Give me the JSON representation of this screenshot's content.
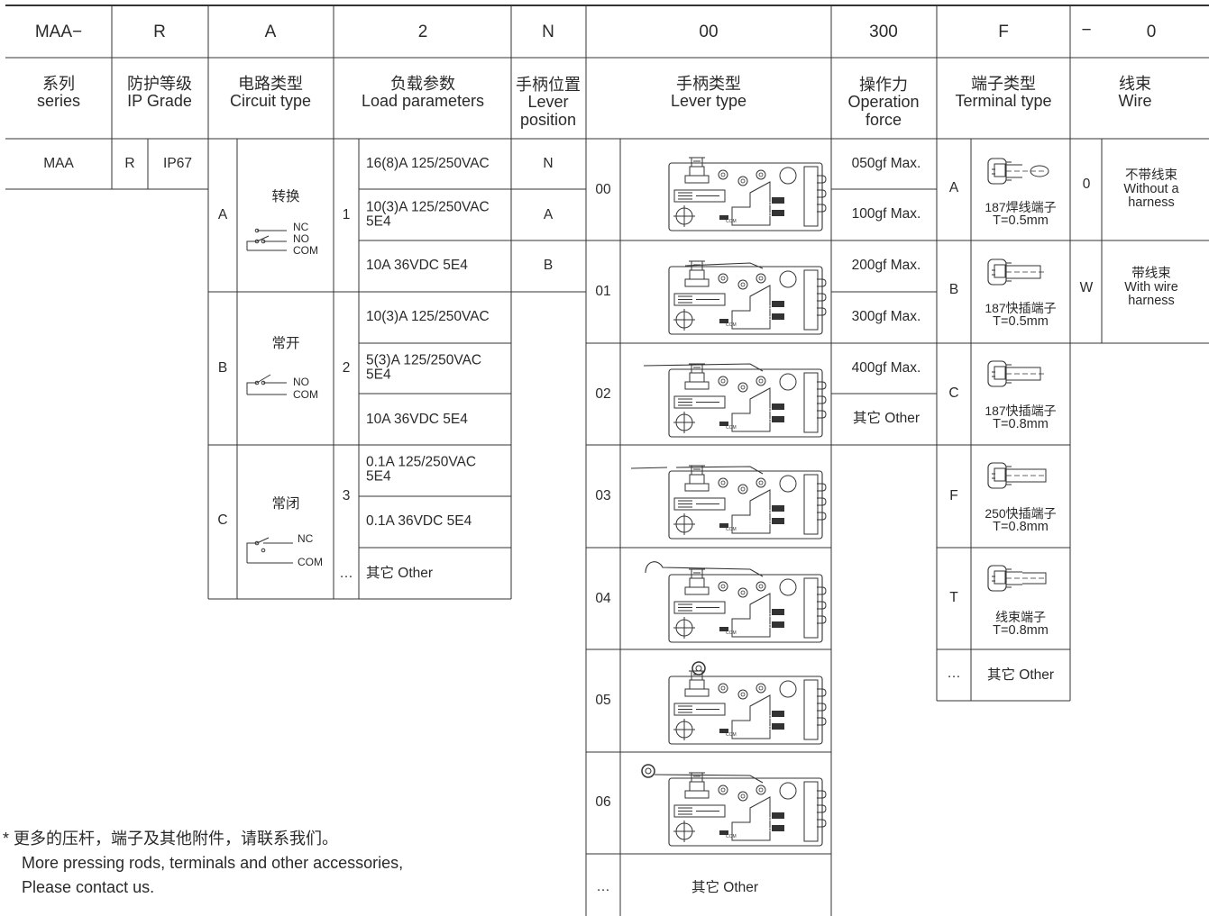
{
  "code_row": [
    "MAA−",
    "R",
    "A",
    "2",
    "N",
    "00",
    "300",
    "F",
    "−",
    "0"
  ],
  "headers": {
    "series": [
      "系列",
      "series"
    ],
    "ip": [
      "防护等级",
      "IP Grade"
    ],
    "circuit": [
      "电路类型",
      "Circuit type"
    ],
    "load": [
      "负载参数",
      "Load parameters"
    ],
    "lever_pos": [
      "手柄位置",
      "Lever",
      "position"
    ],
    "lever_type": [
      "手柄类型",
      "Lever type"
    ],
    "force": [
      "操作力",
      "Operation",
      "force"
    ],
    "terminal": [
      "端子类型",
      "Terminal type"
    ],
    "wire": [
      "线束",
      "Wire"
    ]
  },
  "series": {
    "value": "MAA"
  },
  "ip": {
    "code": "R",
    "value": "IP67"
  },
  "circuit": [
    {
      "code": "A",
      "name": "转换",
      "labels": [
        "NC",
        "NO",
        "COM"
      ]
    },
    {
      "code": "B",
      "name": "常开",
      "labels": [
        "NO",
        "COM"
      ]
    },
    {
      "code": "C",
      "name": "常闭",
      "labels": [
        "NC",
        "COM"
      ]
    }
  ],
  "load_groups": [
    "1",
    "2",
    "3",
    "…"
  ],
  "load": [
    [
      "16(8)A 125/250VAC"
    ],
    [
      "10(3)A 125/250VAC",
      "5E4"
    ],
    [
      "10A 36VDC 5E4"
    ],
    [
      "10(3)A 125/250VAC"
    ],
    [
      "5(3)A 125/250VAC",
      "5E4"
    ],
    [
      "10A 36VDC 5E4"
    ],
    [
      "0.1A 125/250VAC",
      "5E4"
    ],
    [
      "0.1A 36VDC 5E4"
    ],
    [
      "其它 Other"
    ]
  ],
  "lever_pos": [
    "N",
    "A",
    "B"
  ],
  "lever_types": [
    "00",
    "01",
    "02",
    "03",
    "04",
    "05",
    "06",
    "…"
  ],
  "lever_other": "其它 Other",
  "forces": [
    "050gf Max.",
    "100gf Max.",
    "200gf Max.",
    "300gf Max.",
    "400gf Max.",
    "其它 Other"
  ],
  "terminals": [
    {
      "code": "A",
      "name": "187焊线端子",
      "spec": "T=0.5mm"
    },
    {
      "code": "B",
      "name": "187快插端子",
      "spec": "T=0.5mm"
    },
    {
      "code": "C",
      "name": "187快插端子",
      "spec": "T=0.8mm"
    },
    {
      "code": "F",
      "name": "250快插端子",
      "spec": "T=0.8mm"
    },
    {
      "code": "T",
      "name": "线束端子",
      "spec": "T=0.8mm"
    },
    {
      "code": "…",
      "name": "其它 Other"
    }
  ],
  "wire": [
    {
      "code": "0",
      "lines": [
        "不带线束",
        "Without a",
        "harness"
      ]
    },
    {
      "code": "W",
      "lines": [
        "带线束",
        "With wire",
        "harness"
      ]
    }
  ],
  "switch_marks": [
    "COM",
    "NO",
    "NC"
  ],
  "footnote": [
    "* 更多的压杆，端子及其他附件，请联系我们。",
    "More pressing rods, terminals and other accessories,",
    "Please contact us."
  ]
}
